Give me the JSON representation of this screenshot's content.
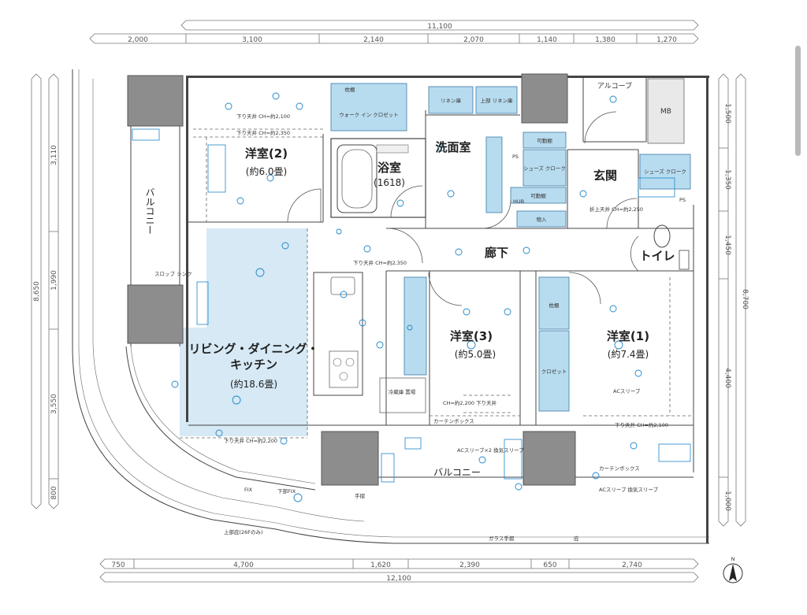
{
  "dimensions": {
    "top_total": "11,100",
    "top_segments": [
      "2,000",
      "3,100",
      "2,140",
      "2,070",
      "1,140",
      "1,380",
      "1,270"
    ],
    "bottom_segments": [
      "750",
      "4,700",
      "1,620",
      "2,390",
      "650",
      "2,740"
    ],
    "bottom_total": "12,100",
    "left_total": "8,650",
    "left_segments": [
      "3,110",
      "1,990",
      "3,550",
      "800"
    ],
    "right_total": "8,700",
    "right_segments": [
      "1,500",
      "1,350",
      "1,450",
      "4,400",
      "1,000"
    ]
  },
  "rooms": {
    "western2": {
      "name": "洋室(2)",
      "size": "(約6.0畳)"
    },
    "bath": {
      "name": "浴室",
      "size": "(1618)"
    },
    "washroom": {
      "name": "洗面室"
    },
    "entrance": {
      "name": "玄関"
    },
    "corridor": {
      "name": "廊下"
    },
    "toilet": {
      "name": "トイレ"
    },
    "ldk": {
      "name_line1": "リビング・ダイニング・",
      "name_line2": "キッチン",
      "size": "(約18.6畳)"
    },
    "western3": {
      "name": "洋室(3)",
      "size": "(約5.0畳)"
    },
    "western1": {
      "name": "洋室(1)",
      "size": "(約7.4畳)"
    },
    "balcony_left": {
      "name": "バルコニー"
    },
    "balcony_bottom": {
      "name": "バルコニー"
    },
    "alcove": {
      "name": "アルコーブ"
    },
    "mb": {
      "name": "MB"
    }
  },
  "labels": {
    "shelf": "枕棚",
    "walkin": "ウォーク イン クロゼット",
    "linen": "リネン庫",
    "upper_linen": "上部 リネン庫",
    "movable_shelf": "可動棚",
    "shoes_cloak": "シューズ クローク",
    "ceiling_w2": "下り天井 CH=約2,100",
    "ceiling_w2b": "下り天井 CH=約2,350",
    "ceiling_ldk": "下り天井 CH=約2,350",
    "ceiling_ldk_bottom": "下り天井 CH=約2,200",
    "ceiling_entrance": "折上天井 CH=約2,250",
    "ceiling_w3": "CH=約2,200 下り天井",
    "ceiling_w1": "下り天井 CH=約2,100",
    "curtain_box": "カーテンボックス",
    "ac_sleeve": "ACスリーブ",
    "ac_sleeve2": "ACスリーブ×2 換気スリーブ",
    "ac_sleeve3": "ACスリーブ 換気スリーブ",
    "fridge": "冷蔵庫 置場",
    "glass_rail": "ガラス手摺",
    "fix": "FIX",
    "fix2": "下部FIX",
    "rail": "手摺",
    "upper_eaves": "上部庇(26Fのみ)",
    "eaves": "庇",
    "slop_sink": "スロップ シンク",
    "closet": "クロゼット",
    "storage": "物入",
    "ps": "PS",
    "hub": "HUB"
  },
  "compass": {
    "label": "N"
  },
  "colors": {
    "storage_fill": "#b8dcef",
    "floor_highlight": "#d6e9f5",
    "pillar": "#8d8d8d",
    "symbol": "#1e86c8"
  }
}
